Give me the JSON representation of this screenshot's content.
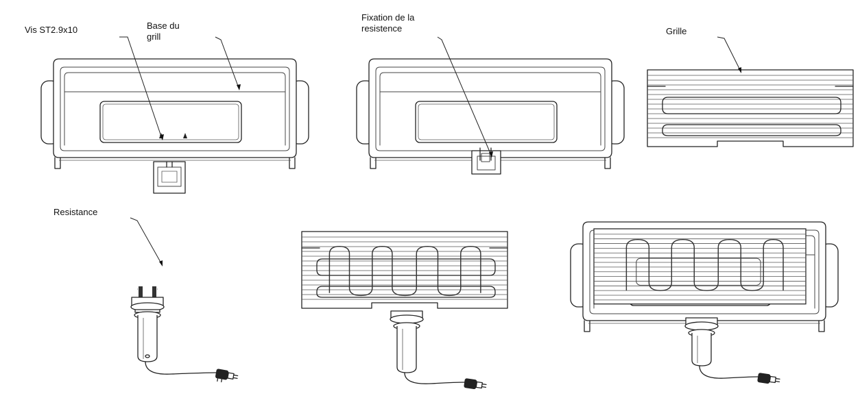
{
  "labels": {
    "screw": "Vis ST2.9x10",
    "base": "Base du grill",
    "base_line1": "Base du",
    "base_line2": "grill",
    "fixation_line1": "Fixation de la",
    "fixation_line2": "resistence",
    "grille": "Grille",
    "resistance": "Resistance"
  },
  "icons": [
    "grill-base-drawing",
    "grill-base-with-fixation-drawing",
    "grille-drawing",
    "resistance-drawing",
    "resistance-in-grille-drawing",
    "assembled-grill-drawing"
  ]
}
